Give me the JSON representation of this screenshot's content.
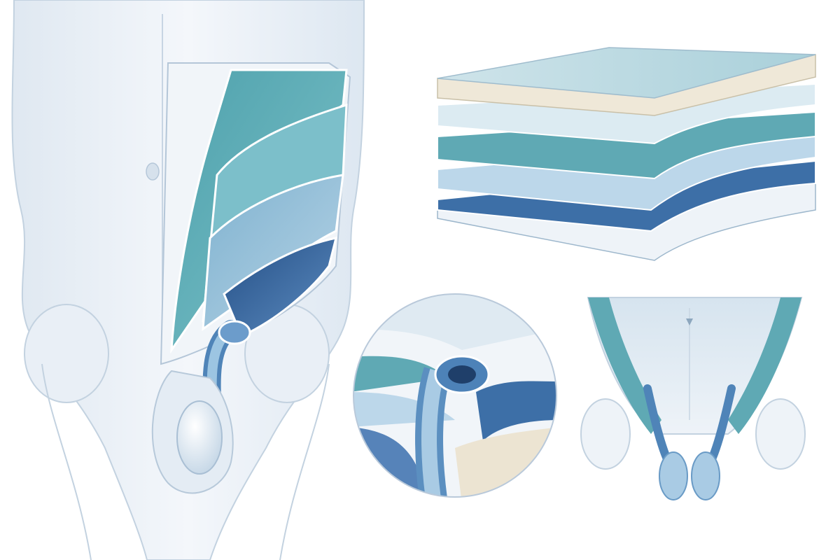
{
  "palette": {
    "skin_light": "#eef3f8",
    "skin_shadow": "#cdd9e6",
    "outline": "#b9c9da",
    "teal": "#5aa9b4",
    "teal_dark": "#3e8a98",
    "blue_light": "#9cc0da",
    "blue_mid": "#5f8fc0",
    "blue_dark": "#2f5f98",
    "fat": "#ece6d6",
    "cord": "#7eb0d2"
  },
  "panels": [
    {
      "name": "abdominal-wall-layers-illustration"
    },
    {
      "name": "tissue-layer-stack-illustration"
    },
    {
      "name": "inguinal-ring-closeup-illustration"
    },
    {
      "name": "bilateral-groin-illustration"
    }
  ]
}
